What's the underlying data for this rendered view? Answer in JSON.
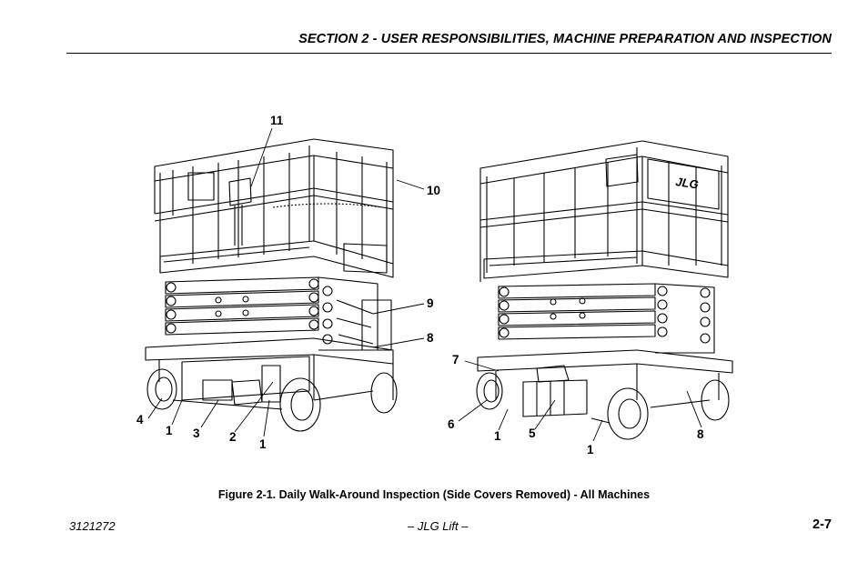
{
  "header": {
    "section_title": "SECTION 2 - USER RESPONSIBILITIES, MACHINE PREPARATION AND INSPECTION"
  },
  "figure": {
    "caption": "Figure 2-1. Daily Walk-Around Inspection (Side Covers Removed) - All Machines",
    "left_machine_callouts": [
      "11",
      "10",
      "9",
      "8",
      "4",
      "1",
      "3",
      "2",
      "1"
    ],
    "right_machine_callouts": [
      "7",
      "6",
      "1",
      "5",
      "1",
      "8"
    ],
    "decal_text": [
      "JLG"
    ]
  },
  "footer": {
    "doc_number": "3121272",
    "center": "– JLG Lift –",
    "page": "2-7"
  }
}
